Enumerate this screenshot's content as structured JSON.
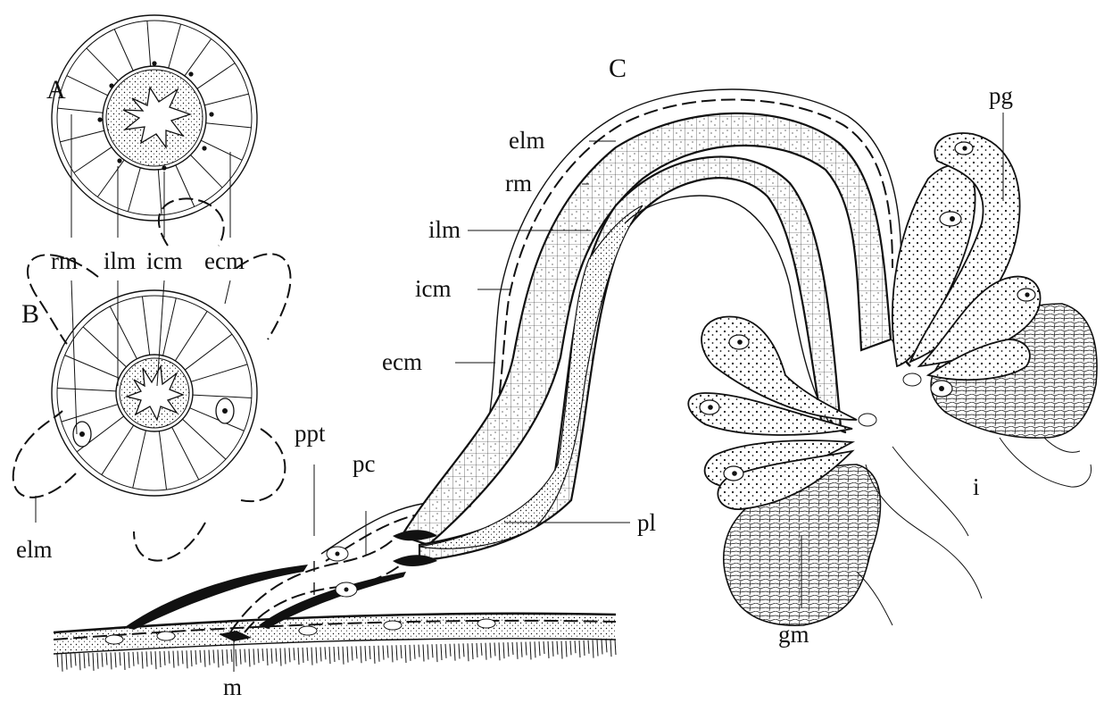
{
  "panels": {
    "a": "A",
    "b": "B",
    "c": "C"
  },
  "labels": {
    "rm": "rm",
    "ilm": "ilm",
    "icm": "icm",
    "ecm": "ecm",
    "elm": "elm",
    "ppt": "ppt",
    "pc": "pc",
    "pl": "pl",
    "m": "m",
    "pg": "pg",
    "gm": "gm",
    "i": "i"
  }
}
